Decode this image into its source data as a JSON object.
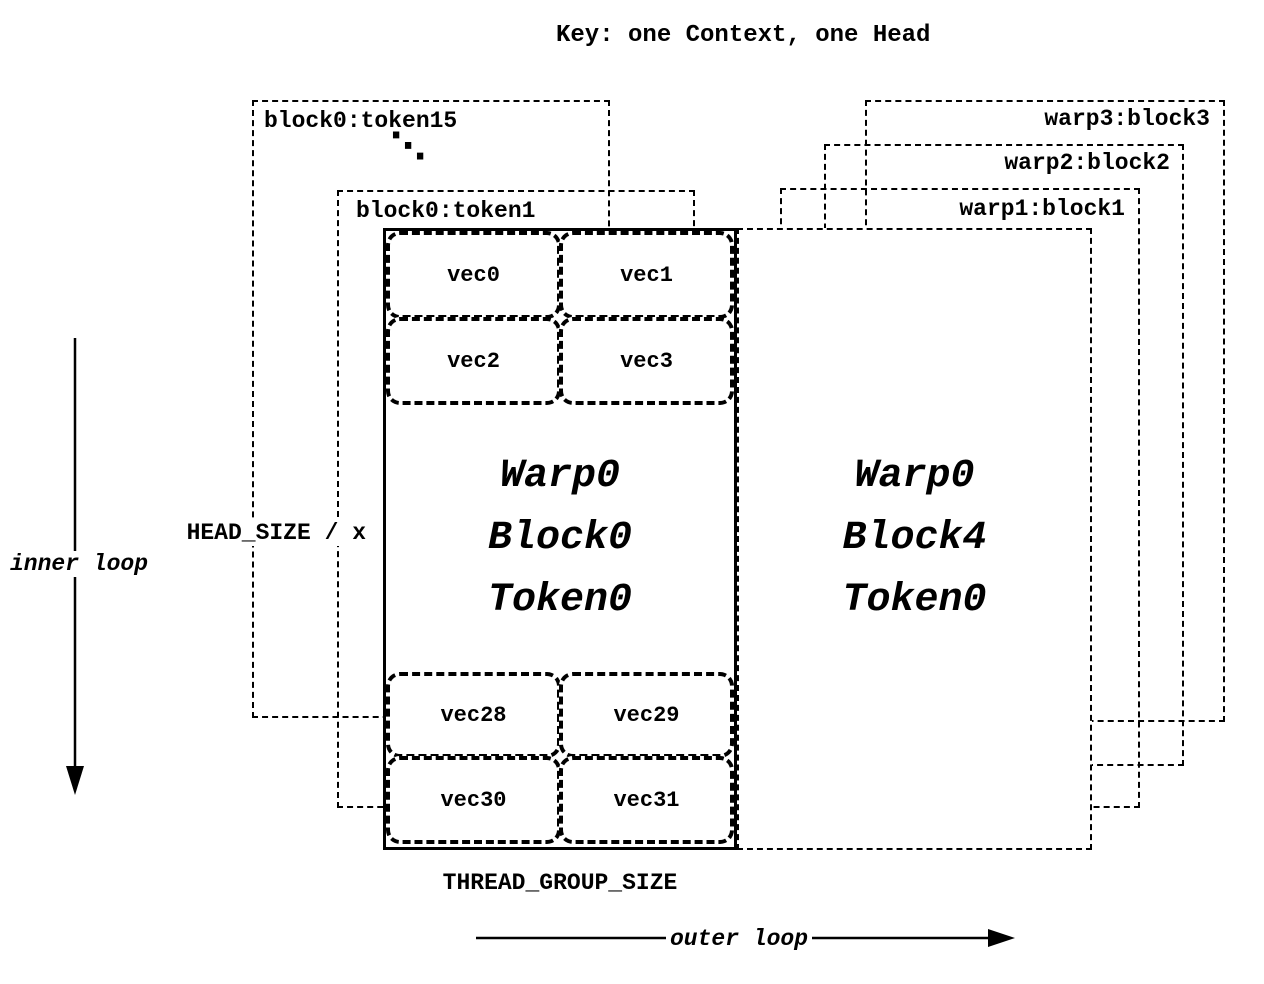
{
  "title": "Key: one Context, one Head",
  "left_stack": {
    "token15_label": "block0:token15",
    "token1_label": "block0:token1",
    "ellipsis": "⋱"
  },
  "right_stack": {
    "warp3_label": "warp3:block3",
    "warp2_label": "warp2:block2",
    "warp1_label": "warp1:block1"
  },
  "front_left_block": {
    "line1": "Warp0",
    "line2": "Block0",
    "line3": "Token0"
  },
  "front_right_block": {
    "line1": "Warp0",
    "line2": "Block4",
    "line3": "Token0"
  },
  "vectors": {
    "top": [
      "vec0",
      "vec1",
      "vec2",
      "vec3"
    ],
    "bottom": [
      "vec28",
      "vec29",
      "vec30",
      "vec31"
    ]
  },
  "axis_labels": {
    "head_size": "HEAD_SIZE / x",
    "inner_loop": "inner loop",
    "thread_group_size": "THREAD_GROUP_SIZE",
    "outer_loop": "outer loop"
  },
  "colors": {
    "line": "#000000",
    "background": "#ffffff"
  }
}
